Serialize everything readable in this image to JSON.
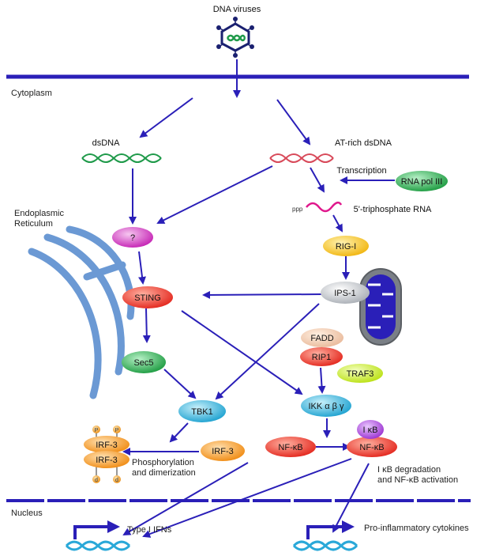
{
  "labels": {
    "dna_viruses": "DNA viruses",
    "cytoplasm": "Cytoplasm",
    "dsdna": "dsDNA",
    "at_rich": "AT-rich dsDNA",
    "transcription": "Transcription",
    "ppp": "ppp",
    "triphosphate_rna": "5'-triphosphate RNA",
    "er_line1": "Endoplasmic",
    "er_line2": "Reticulum",
    "phospho_line1": "Phosphorylation",
    "phospho_line2": "and dimerization",
    "ikb_line1": "I κB degradation",
    "ikb_line2": "and NF-κB activation",
    "nucleus": "Nucleus",
    "type1_ifns": "Type I IFNs",
    "cytokines": "Pro-inflammatory cytokines"
  },
  "nodes": {
    "unknown": "?",
    "sting": "STING",
    "sec5": "Sec5",
    "tbk1": "TBK1",
    "irf3_top": "IRF-3",
    "irf3_bottom": "IRF-3",
    "irf3_single": "IRF-3",
    "rna_pol": "RNA pol III",
    "rig1": "RIG-I",
    "ips1": "IPS-1",
    "fadd": "FADD",
    "rip1": "RIP1",
    "traf3": "TRAF3",
    "ikk": "IKK α β γ",
    "nfkb_left": "NF-κB",
    "nfkb_right": "NF-κB",
    "ikb": "I κB"
  },
  "phospho_marks": {
    "p": "P",
    "d": "d"
  },
  "colors": {
    "arrow": "#2a1fb8",
    "membrane": "#2a1fb8",
    "er": "#5b8fd0",
    "green_helix": "#1f9a4a",
    "red_helix": "#d84a5a",
    "blue_helix": "#29a8d8",
    "rna": "#e0188c"
  }
}
